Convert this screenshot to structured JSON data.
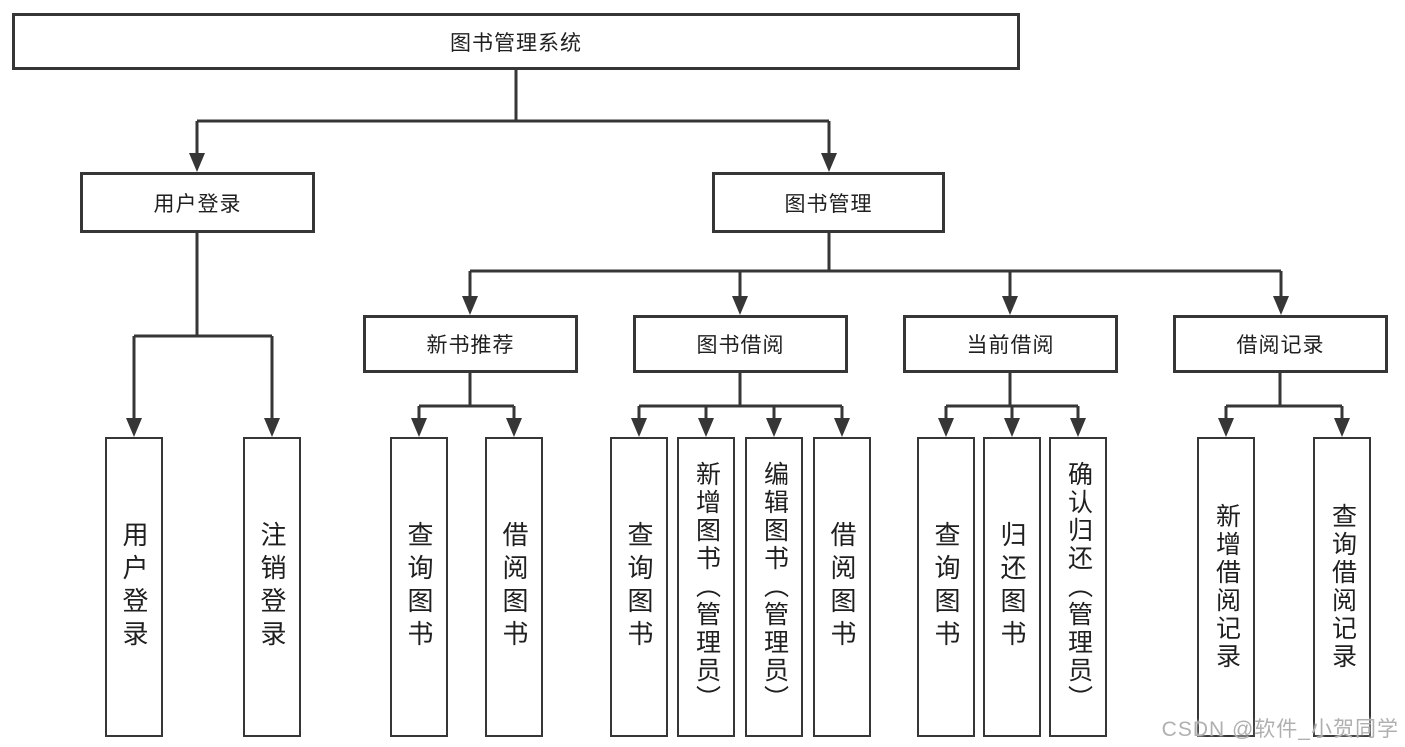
{
  "tree": {
    "label": "图书管理系统",
    "children": [
      {
        "label": "用户登录",
        "children": [
          {
            "label": "用户登录"
          },
          {
            "label": "注销登录"
          }
        ]
      },
      {
        "label": "图书管理",
        "children": [
          {
            "label": "新书推荐",
            "children": [
              {
                "label": "查询图书"
              },
              {
                "label": "借阅图书"
              }
            ]
          },
          {
            "label": "图书借阅",
            "children": [
              {
                "label": "查询图书"
              },
              {
                "label": "新增图书（管理员）"
              },
              {
                "label": "编辑图书（管理员）"
              },
              {
                "label": "借阅图书"
              }
            ]
          },
          {
            "label": "当前借阅",
            "children": [
              {
                "label": "查询图书"
              },
              {
                "label": "归还图书"
              },
              {
                "label": "确认归还（管理员）"
              }
            ]
          },
          {
            "label": "借阅记录",
            "children": [
              {
                "label": "新增借阅记录"
              },
              {
                "label": "查询借阅记录"
              }
            ]
          }
        ]
      }
    ]
  },
  "watermark": "CSDN @软件_小贺同学",
  "colors": {
    "line": "#363636",
    "text": "#1f1f1f",
    "background": "#ffffff",
    "watermark": "#b0b0b0"
  }
}
